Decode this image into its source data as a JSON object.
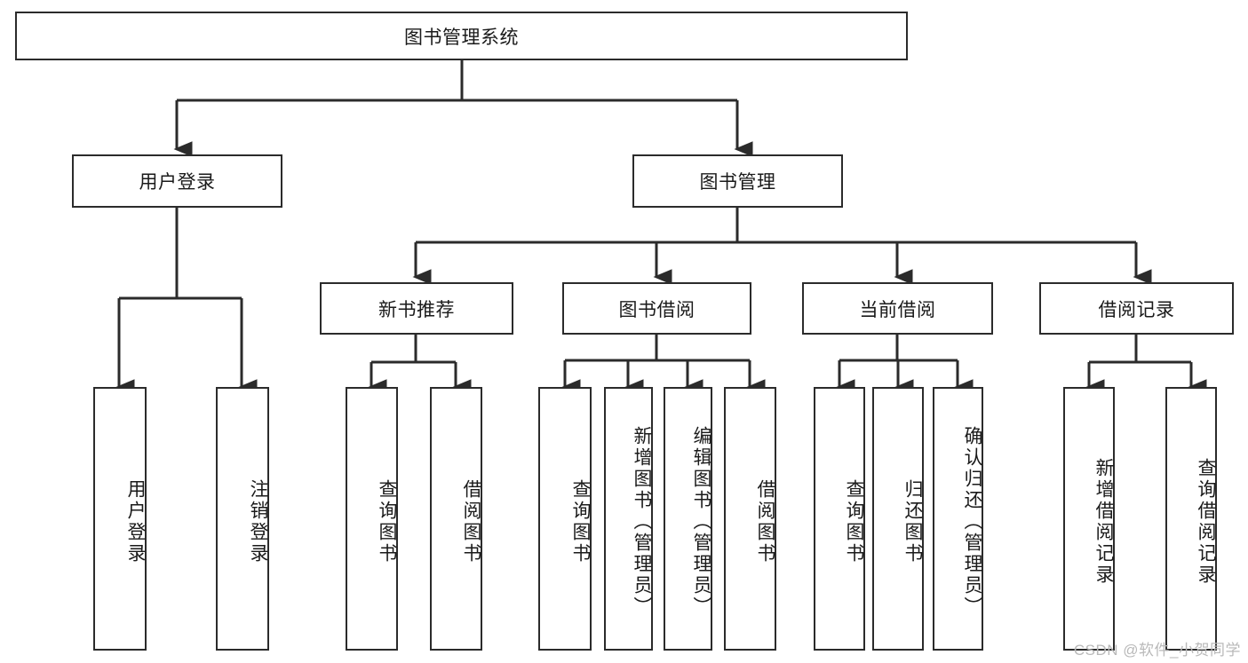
{
  "diagram": {
    "type": "tree",
    "title": "图书管理系统",
    "colors": {
      "background": "#ffffff",
      "box_border": "#2b2b2b",
      "box_fill": "#ffffff",
      "edge": "#2b2b2b",
      "text": "#1a1a1a",
      "watermark": "#b9b9b9"
    }
  },
  "watermark": {
    "text": "CSDN @软件_小贺同学"
  },
  "nodes": {
    "root": {
      "label": "图书管理系统"
    },
    "level1": [
      {
        "id": "user-login",
        "label": "用户登录"
      },
      {
        "id": "book-manage",
        "label": "图书管理"
      }
    ],
    "level2": [
      {
        "id": "new-book-recommend",
        "label": "新书推荐"
      },
      {
        "id": "book-borrow",
        "label": "图书借阅"
      },
      {
        "id": "current-borrow",
        "label": "当前借阅"
      },
      {
        "id": "borrow-record",
        "label": "借阅记录"
      }
    ],
    "leaves": [
      {
        "id": "leaf-user-login",
        "label": "用户登录",
        "parent": "user-login"
      },
      {
        "id": "leaf-logout-login",
        "label": "注销登录",
        "parent": "user-login"
      },
      {
        "id": "leaf-query-book-1",
        "label": "查询图书",
        "parent": "new-book-recommend"
      },
      {
        "id": "leaf-borrow-book-1",
        "label": "借阅图书",
        "parent": "new-book-recommend"
      },
      {
        "id": "leaf-query-book-2",
        "label": "查询图书",
        "parent": "book-borrow"
      },
      {
        "id": "leaf-add-book",
        "label": "新增图书（管理员）",
        "parent": "book-borrow"
      },
      {
        "id": "leaf-edit-book",
        "label": "编辑图书（管理员）",
        "parent": "book-borrow"
      },
      {
        "id": "leaf-borrow-book-2",
        "label": "借阅图书",
        "parent": "book-borrow"
      },
      {
        "id": "leaf-query-book-3",
        "label": "查询图书",
        "parent": "current-borrow"
      },
      {
        "id": "leaf-return-book",
        "label": "归还图书",
        "parent": "current-borrow"
      },
      {
        "id": "leaf-confirm-return",
        "label": "确认归还（管理员）",
        "parent": "current-borrow"
      },
      {
        "id": "leaf-add-record",
        "label": "新增借阅记录",
        "parent": "borrow-record"
      },
      {
        "id": "leaf-query-record",
        "label": "查询借阅记录",
        "parent": "borrow-record"
      }
    ]
  }
}
